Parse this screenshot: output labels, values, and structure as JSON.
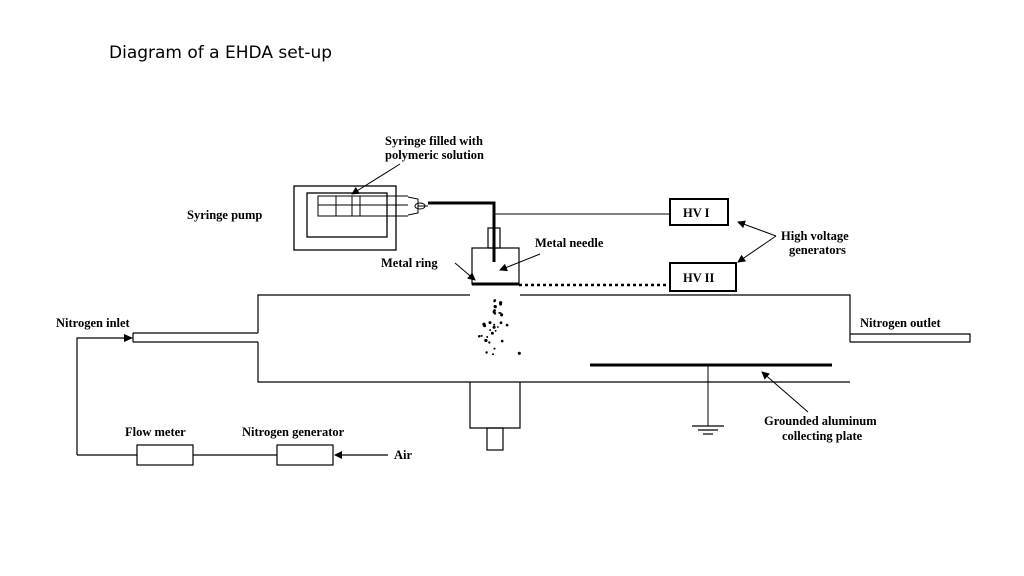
{
  "slide": {
    "title": "Diagram of a EHDA set-up"
  },
  "labels": {
    "syringe_line1": "Syringe filled with",
    "syringe_line2": "polymeric solution",
    "syringe_pump": "Syringe pump",
    "metal_needle": "Metal needle",
    "metal_ring": "Metal ring",
    "hv1": "HV I",
    "hv2": "HV II",
    "hv_gen_line1": "High voltage",
    "hv_gen_line2": "generators",
    "nitrogen_inlet": "Nitrogen inlet",
    "nitrogen_outlet": "Nitrogen outlet",
    "flow_meter": "Flow meter",
    "nitrogen_generator": "Nitrogen generator",
    "air": "Air",
    "plate_line1": "Grounded aluminum",
    "plate_line2": "collecting plate"
  }
}
